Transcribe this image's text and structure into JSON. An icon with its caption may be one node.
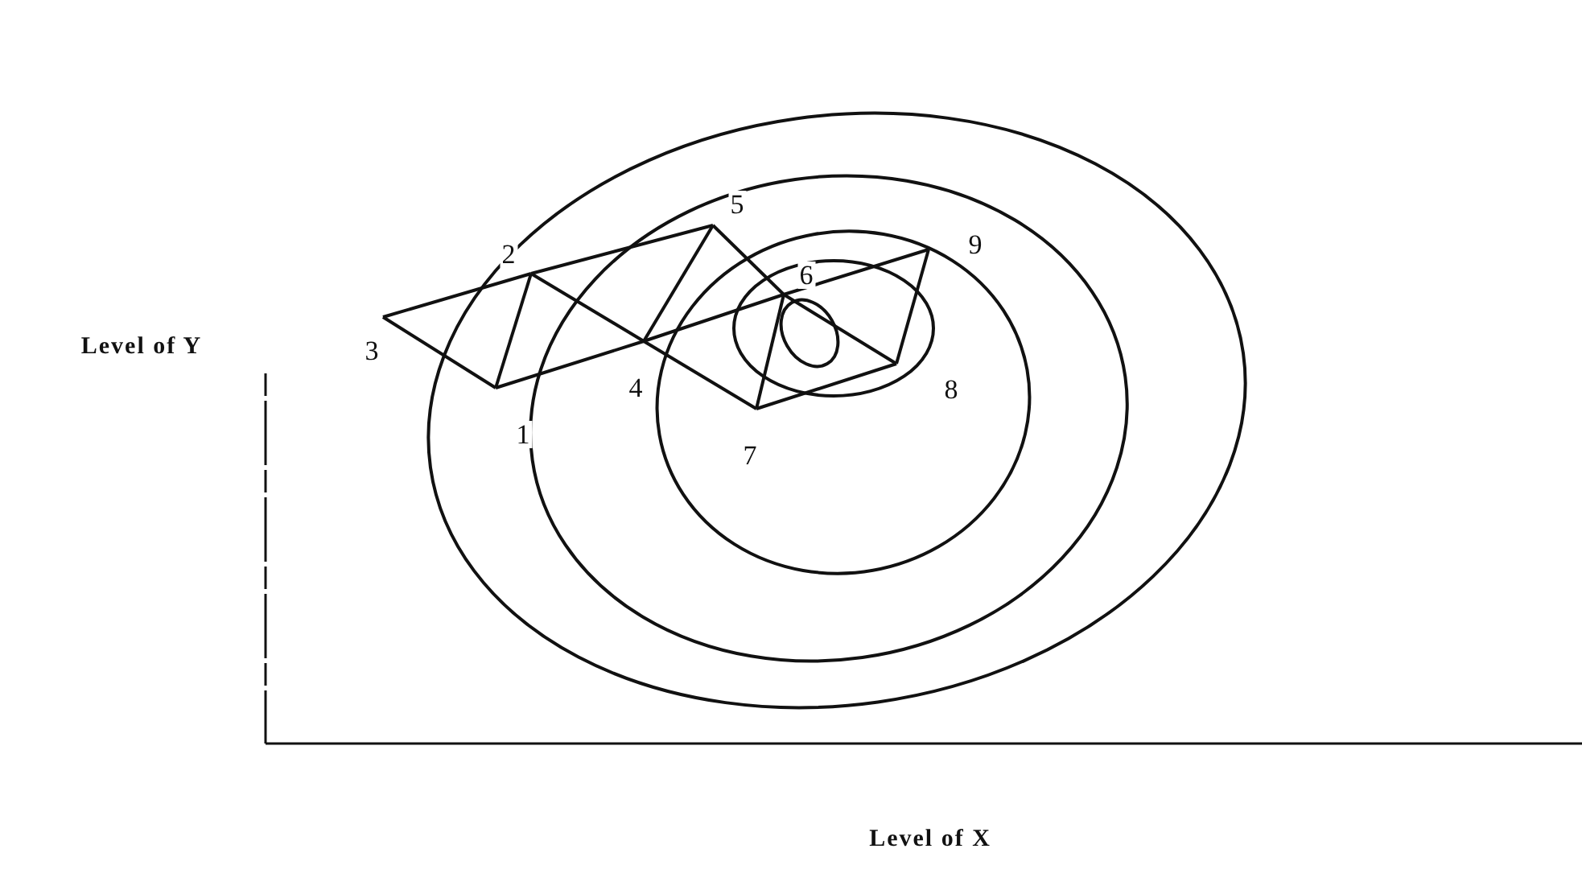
{
  "diagram": {
    "labels": [
      "Level of Y",
      "2",
      "5",
      "6",
      "9",
      "3",
      "4",
      "8",
      "1",
      "7",
      "Level of X"
    ]
  }
}
